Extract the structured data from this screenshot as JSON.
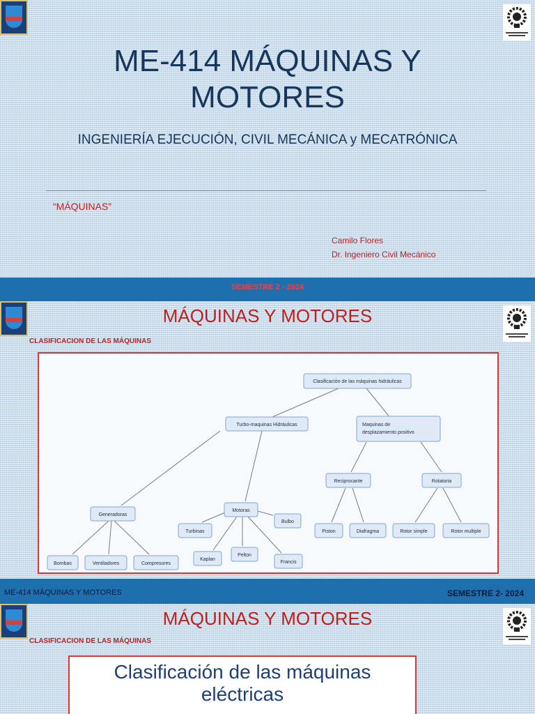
{
  "slide1": {
    "title_line1": "ME-414 MÁQUINAS Y",
    "title_line2": "MOTORES",
    "subtitle": "INGENIERÍA EJECUCIÓN, CIVIL MECÁNICA y MECATRÓNICA",
    "topic": "“MÁQUINAS”",
    "author_name": "Camilo Flores",
    "author_title": "Dr. Ingeniero Civil Mecánico"
  },
  "bar1": {
    "semester": "SEMESTRE 2 - 2024"
  },
  "slide2": {
    "title": "MÁQUINAS Y MOTORES",
    "subtitle": "CLASIFICACION DE LAS MÁQUINAS",
    "diagram": {
      "root": "Clasificación de las máquinas hidráulicas",
      "turbo": "Turbo-maquinas Hidráulicas",
      "desplazamiento_1": "Maquinas de",
      "desplazamiento_2": "desplazamiento positivo",
      "reciprocante": "Reciprocante",
      "rotatoria": "Rotatoria",
      "generadoras": "Generadoras",
      "motoras": "Motoras",
      "bulbo": "Bulbo",
      "turbinas": "Turbinas",
      "piston": "Piston",
      "diafragma": "Diafragma",
      "rotor_simple": "Rotor simple",
      "rotor_multiple": "Rotor multiple",
      "bombas": "Bombas",
      "ventiladores": "Ventiladores",
      "compresores": "Compresores",
      "kaplan": "Kaplan",
      "pelton": "Pelton",
      "francis": "Francis"
    }
  },
  "bar2": {
    "left": "ME-414 MÁQUINAS Y MOTORES",
    "right": "SEMESTRE 2- 2024"
  },
  "slide3": {
    "title": "MÁQUINAS Y MOTORES",
    "subtitle": "CLASIFICACION DE LAS MÁQUINAS",
    "box_line1": "Clasificación de las máquinas",
    "box_line2": "eléctricas"
  },
  "colors": {
    "accent_red": "#c0201d",
    "title_blue": "#17365d",
    "bar_blue": "#1e6fae"
  },
  "icons": {
    "left_logo": "university-shield-icon",
    "right_logo": "gear-bulb-logo-icon"
  }
}
